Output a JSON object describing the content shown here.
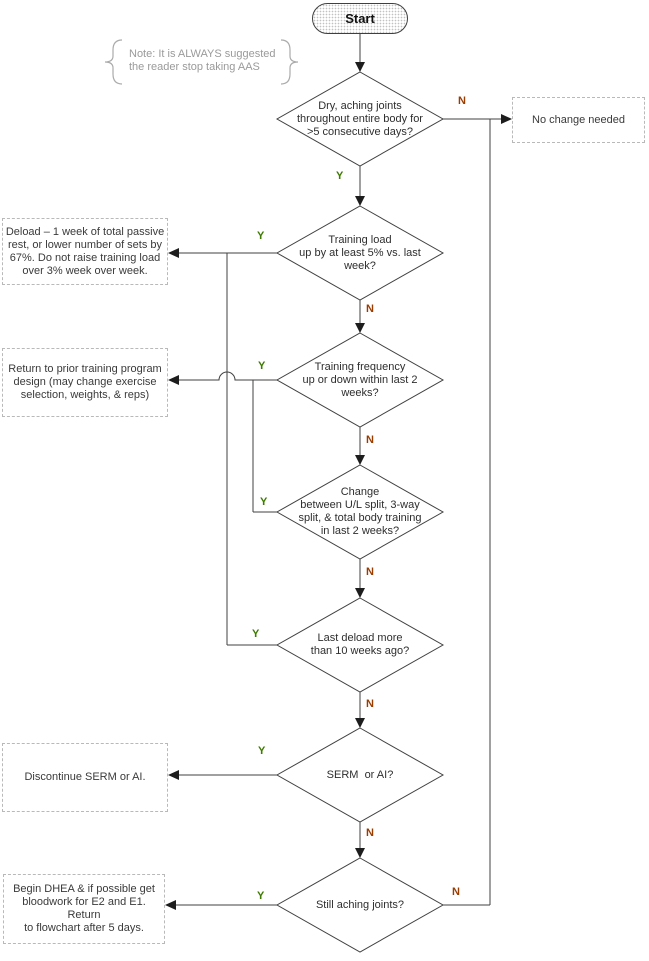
{
  "colors": {
    "yes_label": "#3d7a00",
    "no_label": "#993c00",
    "line": "#404040",
    "box_border": "#b9b9b9",
    "note_text": "#9a9a9a"
  },
  "labels": {
    "yes": "Y",
    "no": "N"
  },
  "start": {
    "label": "Start"
  },
  "note": {
    "lines": [
      "Note: It is ALWAYS suggested",
      "the reader stop taking AAS"
    ]
  },
  "boxes": {
    "no_change": {
      "lines": [
        "No change needed"
      ]
    },
    "deload": {
      "lines": [
        "Deload – 1 week of total passive",
        "rest, or lower number of sets by",
        "67%. Do not raise training load",
        "over 3% week over week."
      ]
    },
    "return_program": {
      "lines": [
        "Return to prior training program",
        "design (may change exercise",
        "selection, weights, & reps)"
      ]
    },
    "discontinue": {
      "lines": [
        "Discontinue SERM or AI."
      ]
    },
    "dhea": {
      "lines": [
        "Begin DHEA & if possible get",
        "bloodwork for E2 and E1. Return",
        "to flowchart after 5 days."
      ]
    }
  },
  "decisions": [
    {
      "lines": [
        "Dry, aching joints",
        "throughout entire body for",
        ">5 consecutive days?"
      ]
    },
    {
      "lines": [
        "Training load",
        "up by at least 5% vs. last",
        "week?"
      ]
    },
    {
      "lines": [
        "Training frequency",
        "up or down within last 2",
        "weeks?"
      ]
    },
    {
      "lines": [
        "Change",
        "between U/L split, 3-way",
        "split, & total body training",
        "in last 2 weeks?"
      ]
    },
    {
      "lines": [
        "Last deload more",
        "than 10 weeks ago?"
      ]
    },
    {
      "lines": [
        "SERM  or AI?"
      ]
    },
    {
      "lines": [
        "Still aching joints?"
      ]
    }
  ]
}
